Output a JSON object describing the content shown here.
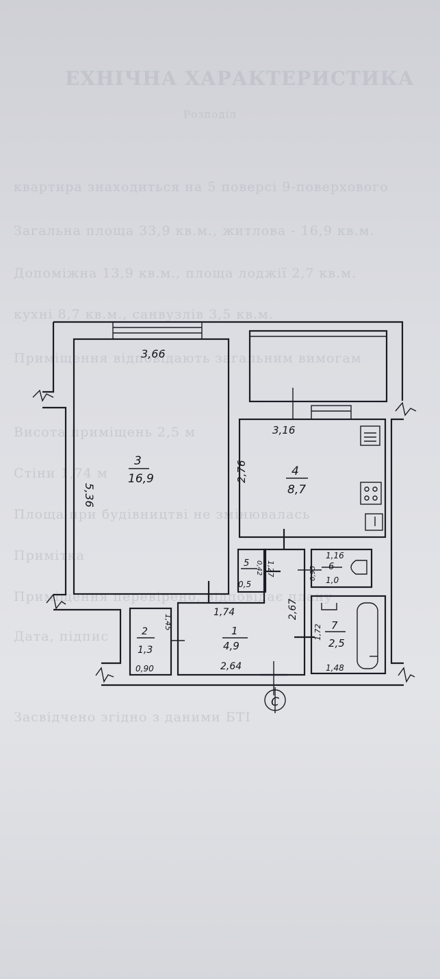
{
  "rooms": [
    {
      "number": "3",
      "area": "16,9",
      "width": "3,66",
      "length": "5,36"
    },
    {
      "number": "4",
      "area": "8,7",
      "width": "3,16",
      "length": "2,76"
    },
    {
      "number": "1",
      "area": "4,9",
      "width": "2,64",
      "length": "2,67",
      "opening": "1,74"
    },
    {
      "number": "2",
      "area": "1,3",
      "width": "0,90",
      "length": "1,45"
    },
    {
      "number": "5",
      "area": "0,5",
      "width": "1,27",
      "length": "0,42"
    },
    {
      "number": "6",
      "area": "1,0",
      "width": "1,16",
      "length": "0,95"
    },
    {
      "number": "7",
      "area": "2,5",
      "width": "1,48",
      "length": "1,72"
    }
  ],
  "north_mark": "C",
  "ghost_lines": [
    "ЕХНІЧНА ХАРАКТЕРИСТИКА",
    "Розподіл",
    "квартира знаходиться на 5 поверсі 9-поверхового",
    "Загальна площа 33,9 кв.м., житлова - 16,9 кв.м.",
    "Допоміжна 13,9 кв.м., площа лоджії 2,7 кв.м.",
    "кухні 8,7 кв.м., санвузлів 3,5 кв.м.",
    "Приміщення відповідають загальним вимогам",
    "Висота приміщень 2,5 м",
    "Стіни 1,74 м",
    "Площа при будівництві не змінювалась",
    "Примітка",
    "Приміщення перевірено, відповідає плану",
    "Дата, підпис",
    "Засвідчено згідно з даними БТІ"
  ]
}
